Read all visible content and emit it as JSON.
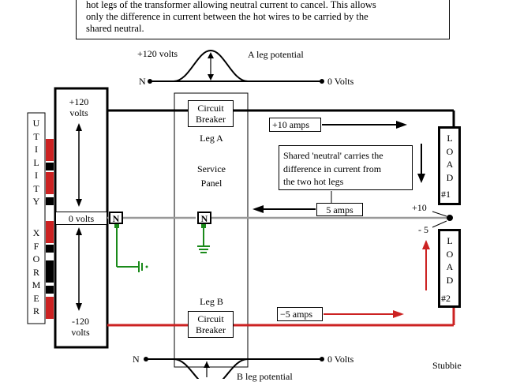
{
  "note": {
    "line1": "hot legs of the transformer allowing neutral current to cancel. This allows",
    "line2": "only the difference in current between the hot wires to be carried by the",
    "line3": "shared neutral."
  },
  "a_leg": {
    "peak": "+120 volts",
    "name": "A leg potential",
    "n": "N",
    "zero": "0 Volts"
  },
  "b_leg": {
    "name": "B leg potential",
    "n": "N",
    "zero": "0 Volts"
  },
  "xformer": {
    "vertical_left": [
      "U",
      "T",
      "I",
      "L",
      "I",
      "T",
      "Y"
    ],
    "vertical_right": [
      "X",
      "F",
      "O",
      "R",
      "M",
      "E",
      "R"
    ],
    "top_volts": "+120\nvolts",
    "top_volts_a": "+120",
    "top_volts_b": "volts",
    "mid_volts": "0 volts",
    "bot_volts_a": "-120",
    "bot_volts_b": "volts",
    "n_terminal": "N"
  },
  "panel": {
    "leg_a": "Leg A",
    "service": "Service",
    "panel": "Panel",
    "leg_b": "Leg B",
    "breaker_top_a": "Circuit",
    "breaker_top_b": "Breaker",
    "breaker_bot_a": "Circuit",
    "breaker_bot_b": "Breaker",
    "n_terminal": "N"
  },
  "currents": {
    "top": "+10 amps",
    "neutral": "5 amps",
    "bottom": "−5 amps"
  },
  "callout": {
    "line1": "Shared 'neutral' carries the",
    "line2": "difference in current from",
    "line3": "the two hot legs"
  },
  "loads": {
    "load1": [
      "L",
      "O",
      "A",
      "D",
      "#1"
    ],
    "load2": [
      "L",
      "O",
      "A",
      "D",
      "#2"
    ],
    "plus10": "+10",
    "minus5": "- 5"
  },
  "signature": "Stubbie",
  "colors": {
    "hot_a": "#000000",
    "hot_b": "#cc2222",
    "neutral": "#999999",
    "ground": "#1a8a1a"
  }
}
